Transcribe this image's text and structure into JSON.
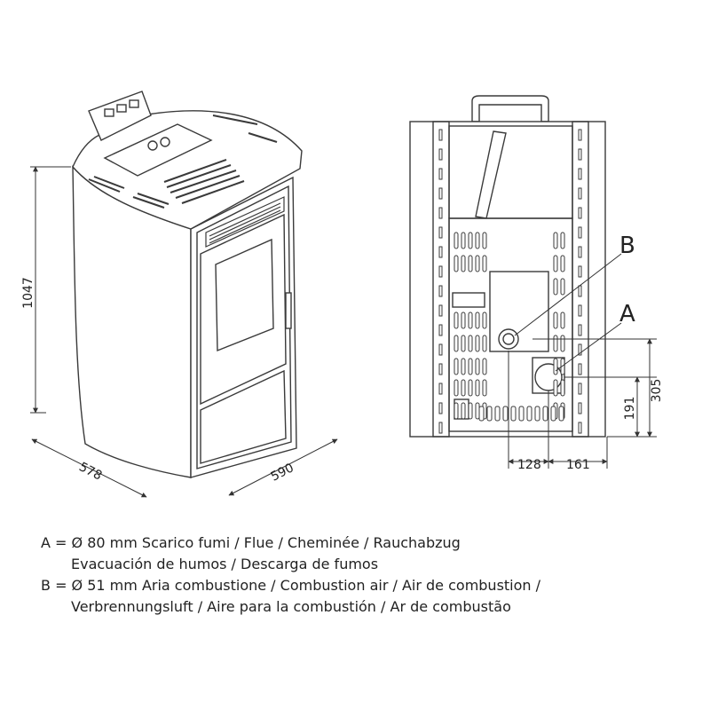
{
  "dimensions": {
    "height": "1047",
    "depth": "578",
    "width": "590",
    "rear_b_horizontal": "128",
    "rear_a_horizontal": "161",
    "rear_b_vertical": "191",
    "rear_a_vertical": "305"
  },
  "callouts": {
    "a": "A",
    "b": "B"
  },
  "legend": {
    "a_line1": "A = Ø 80 mm  Scarico fumi / Flue / Cheminée / Rauchabzug",
    "a_line2": "Evacuación de humos / Descarga de fumos",
    "b_line1": "B = Ø 51 mm  Aria combustione / Combustion air / Air de combustion /",
    "b_line2": "Verbrennungsluft / Aire para la combustión / Ar de combustão"
  },
  "colors": {
    "line": "#3a3a3a",
    "fill": "#ffffff"
  }
}
